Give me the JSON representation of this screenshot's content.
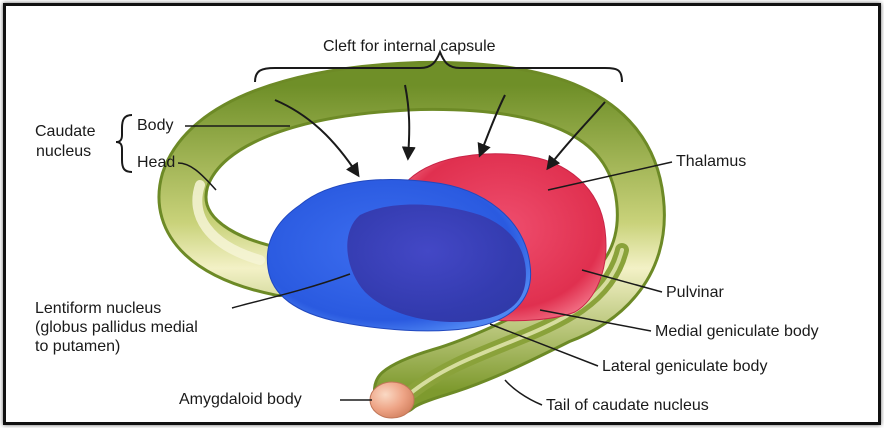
{
  "labels": {
    "cleft": "Cleft for internal capsule",
    "caudate_line1": "Caudate",
    "caudate_line2": "nucleus",
    "body": "Body",
    "head": "Head",
    "thalamus": "Thalamus",
    "pulvinar": "Pulvinar",
    "medial_geniculate": "Medial geniculate body",
    "lateral_geniculate": "Lateral geniculate body",
    "tail": "Tail of caudate nucleus",
    "amygdaloid": "Amygdaloid body",
    "lentiform_line1": "Lentiform nucleus",
    "lentiform_line2": "(globus pallidus medial",
    "lentiform_line3": "to putamen)"
  },
  "colors": {
    "caudate": "#8fa53a",
    "caudate_light": "#f4f2c8",
    "lentiform": "#2f5fe0",
    "globus_pallidus": "#3b3fb8",
    "thalamus": "#e63a5e",
    "amygdala": "#eda386",
    "line": "#1a1a1a"
  }
}
